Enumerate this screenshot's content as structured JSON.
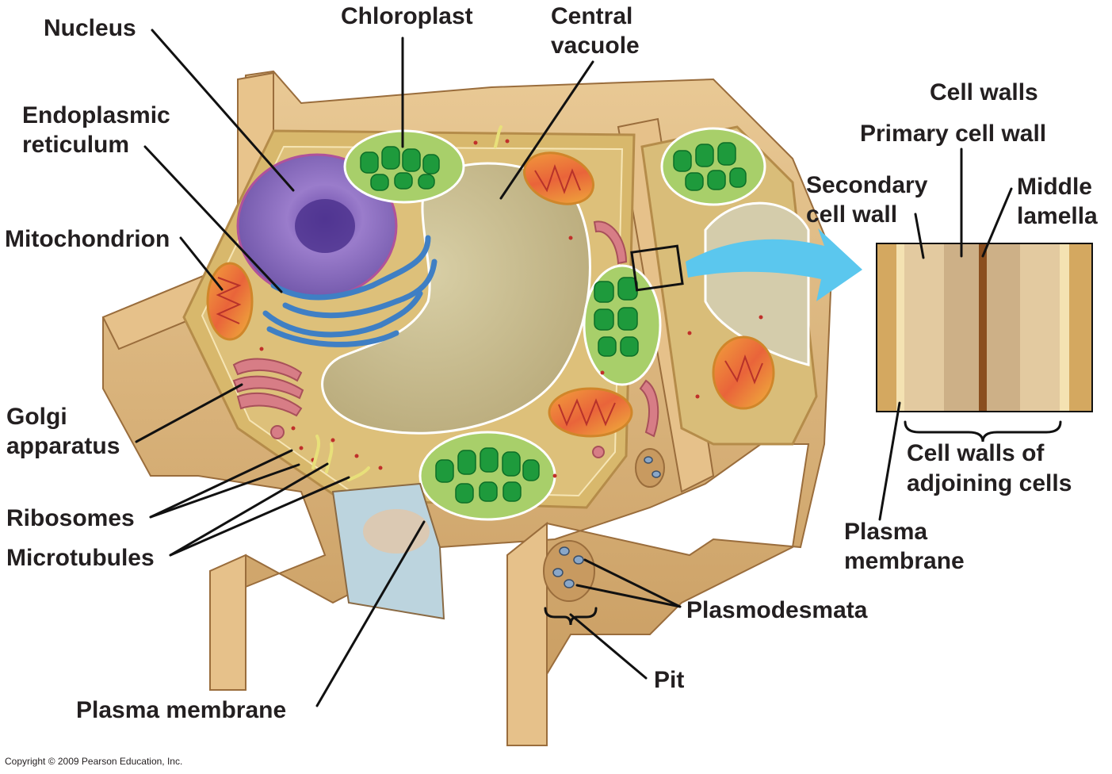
{
  "labels": {
    "nucleus": "Nucleus",
    "chloroplast": "Chloroplast",
    "central_vacuole_1": "Central",
    "central_vacuole_2": "vacuole",
    "er_1": "Endoplasmic",
    "er_2": "reticulum",
    "mitochondrion": "Mitochondrion",
    "golgi_1": "Golgi",
    "golgi_2": "apparatus",
    "ribosomes": "Ribosomes",
    "microtubules": "Microtubules",
    "plasma_membrane_bottom": "Plasma membrane",
    "plasmodesmata": "Plasmodesmata",
    "pit": "Pit",
    "cell_walls": "Cell walls",
    "primary_cell_wall": "Primary cell wall",
    "secondary_cell_wall_1": "Secondary",
    "secondary_cell_wall_2": "cell wall",
    "middle_lamella_1": "Middle",
    "middle_lamella_2": "lamella",
    "adjoining_1": "Cell walls of",
    "adjoining_2": "adjoining cells",
    "plasma_membrane_right_1": "Plasma",
    "plasma_membrane_right_2": "membrane"
  },
  "copyright": "Copyright © 2009 Pearson Education, Inc.",
  "colors": {
    "cell_wall": "#dcb47f",
    "cytoplasm": "#d7b86a",
    "vacuole": "#c9bd91",
    "nucleus": "#8a67b8",
    "er": "#3f7fc4",
    "chloroplast_outer": "#a8cf6a",
    "thylakoid": "#1e9a3c",
    "mitochondrion": "#e9643a",
    "golgi": "#d77d86",
    "arrow": "#5bc7ee",
    "middle_lamella": "#8a4e1e"
  }
}
